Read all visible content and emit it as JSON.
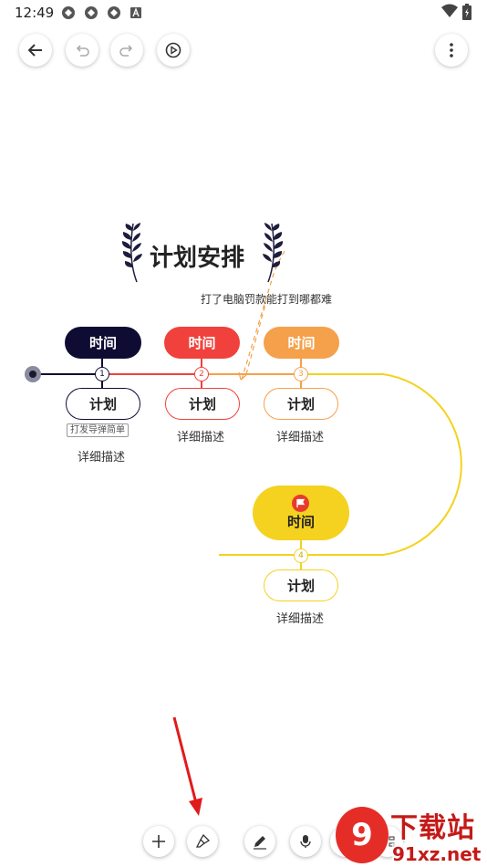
{
  "status_bar": {
    "time": "12:49",
    "icons": [
      "sync-icon",
      "sync-icon",
      "sync-icon",
      "a-badge-icon"
    ],
    "right_icons": [
      "wifi-icon",
      "battery-icon"
    ]
  },
  "top_bar": {
    "buttons": [
      "back-arrow-icon",
      "undo-icon",
      "redo-icon",
      "play-icon",
      "more-vert-icon"
    ]
  },
  "mindmap": {
    "title": "计划安排",
    "annotation": "打了电脑罚款能打到哪都难",
    "nodes": [
      {
        "number": "1",
        "time": "时间",
        "plan": "计划",
        "tag": "打发导弹简单",
        "desc": "详细描述",
        "color": "#0f0c33"
      },
      {
        "number": "2",
        "time": "时间",
        "plan": "计划",
        "desc": "详细描述",
        "color": "#f0413c"
      },
      {
        "number": "3",
        "time": "时间",
        "plan": "计划",
        "desc": "详细描述",
        "color": "#f5a04a"
      },
      {
        "number": "4",
        "time": "时间",
        "plan": "计划",
        "desc": "详细描述",
        "color": "#f4d21f"
      }
    ]
  },
  "bottom_toolbar": {
    "buttons": [
      "add-icon",
      "brush-icon",
      "pen-icon",
      "mic-icon",
      "link-icon",
      "layout-icon"
    ]
  },
  "watermark": {
    "text": "下载站",
    "url": "91xz.net"
  }
}
